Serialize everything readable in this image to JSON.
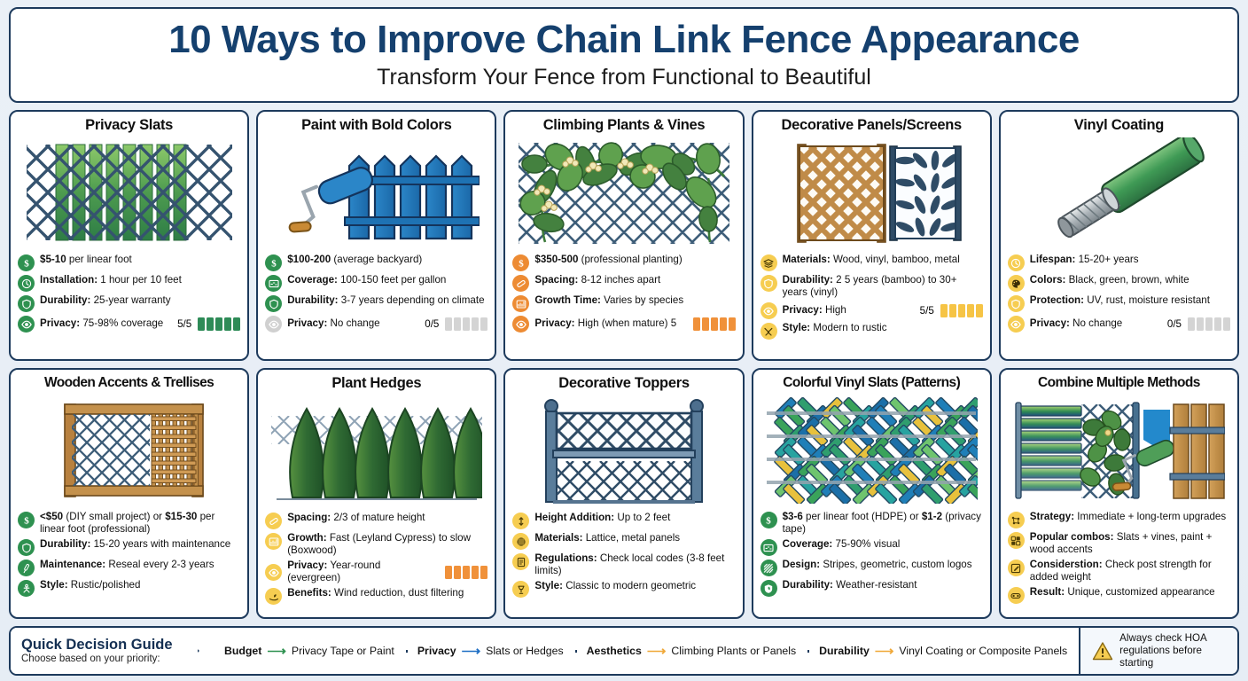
{
  "header": {
    "title": "10 Ways to Improve Chain Link Fence Appearance",
    "subtitle": "Transform Your Fence from Functional to Beautiful"
  },
  "colors": {
    "background": "#e9eff6",
    "card_border": "#1d3a5c",
    "title_navy": "#15406e",
    "green": "#2e9150",
    "orange": "#ed8b33",
    "yellow": "#f6cd51",
    "pip_off": "#d4d4d4"
  },
  "cards": [
    {
      "title": "Privacy Slats",
      "theme": "green",
      "art": "chain-link-with-green-slats",
      "facts": [
        {
          "icon": "dollar-icon",
          "bold": "$5-10",
          "text": " per linear foot"
        },
        {
          "icon": "clock-icon",
          "bold": "Installation:",
          "text": " 1 hour per 10 feet"
        },
        {
          "icon": "shield-icon",
          "bold": "Durability:",
          "text": " 25-year warranty"
        },
        {
          "icon": "eye-icon",
          "bold": "Privacy:",
          "text": " 75-98% coverage",
          "score": "5/5",
          "rating": 5,
          "rating_max": 5
        }
      ]
    },
    {
      "title": "Paint with Bold Colors",
      "theme": "green",
      "art": "paint-roller-and-blue-picket-fence",
      "facts": [
        {
          "icon": "dollar-icon",
          "bold": "$100-200",
          "text": " (average backyard)"
        },
        {
          "icon": "coverage-icon",
          "bold": "Coverage:",
          "text": " 100-150 feet per gallon"
        },
        {
          "icon": "shield-icon",
          "bold": "Durability:",
          "text": " 3-7 years depending on climate"
        },
        {
          "icon": "eye-icon",
          "bold": "Privacy:",
          "text": " No change",
          "score": "0/5",
          "rating": 0,
          "rating_max": 5,
          "muted": true
        }
      ]
    },
    {
      "title": "Climbing Plants & Vines",
      "theme": "orange",
      "art": "vines-on-chain-link",
      "facts": [
        {
          "icon": "dollar-icon",
          "bold": "$350-500",
          "text": " (professional planting)"
        },
        {
          "icon": "ruler-icon",
          "bold": "Spacing:",
          "text": " 8-12 inches apart"
        },
        {
          "icon": "growth-chart-icon",
          "bold": "Growth Time:",
          "text": " Varies by species"
        },
        {
          "icon": "eye-icon",
          "bold": "Privacy:",
          "text": " High (when mature) 5",
          "rating": 5,
          "rating_max": 5
        }
      ]
    },
    {
      "title": "Decorative Panels/Screens",
      "theme": "yellow",
      "art": "wood-lattice-and-metal-screen-panels",
      "facts": [
        {
          "icon": "layers-icon",
          "bold": "Materials:",
          "text": " Wood, vinyl, bamboo, metal"
        },
        {
          "icon": "shield-icon",
          "bold": "Durability:",
          "text": " 2 5 years (bamboo) to 30+ years (vinyl)"
        },
        {
          "icon": "eye-icon",
          "bold": "Privacy:",
          "text": " High",
          "score": "5/5",
          "rating": 5,
          "rating_max": 5
        },
        {
          "icon": "tools-icon",
          "bold": "Style:",
          "text": " Modern to rustic"
        }
      ]
    },
    {
      "title": "Vinyl Coating",
      "theme": "yellow",
      "art": "vinyl-coated-wire-cutaway",
      "facts": [
        {
          "icon": "clock-icon",
          "bold": "Lifespan:",
          "text": " 15-20+ years"
        },
        {
          "icon": "palette-icon",
          "bold": "Colors:",
          "text": " Black, green, brown, white"
        },
        {
          "icon": "shield-icon",
          "bold": "Protection:",
          "text": " UV, rust, moisture resistant"
        },
        {
          "icon": "eye-icon",
          "bold": "Privacy:",
          "text": " No change",
          "score": "0/5",
          "rating": 0,
          "rating_max": 5
        }
      ]
    },
    {
      "title": "Wooden Accents & Trellises",
      "theme": "green",
      "art": "wood-frame-trellis-on-chain-link",
      "tight": true,
      "facts": [
        {
          "icon": "dollar-icon",
          "bold": "<$50",
          "text": " (DIY small project) or ",
          "bold2": "$15-30",
          "text2": " per linear foot (professional)"
        },
        {
          "icon": "shield-icon",
          "bold": "Durability:",
          "text": " 15-20 years with maintenance"
        },
        {
          "icon": "brush-icon",
          "bold": "Maintenance:",
          "text": " Reseal every 2-3 years"
        },
        {
          "icon": "style-icon",
          "bold": "Style:",
          "text": " Rustic/polished"
        }
      ]
    },
    {
      "title": "Plant Hedges",
      "theme": "yellow",
      "art": "evergreen-hedge-row",
      "facts": [
        {
          "icon": "ruler-icon",
          "bold": "Spacing:",
          "text": " 2/3 of mature height"
        },
        {
          "icon": "growth-chart-icon",
          "bold": "Growth:",
          "text": " Fast (Leyland Cypress) to slow (Boxwood)"
        },
        {
          "icon": "eye-icon",
          "bold": "Privacy:",
          "text": " Year-round (evergreen)",
          "rating": 5,
          "rating_max": 5,
          "theme_override": "orange"
        },
        {
          "icon": "leaf-hand-icon",
          "bold": "Benefits:",
          "text": " Wind reduction, dust filtering"
        }
      ]
    },
    {
      "title": "Decorative Toppers",
      "theme": "yellow",
      "art": "lattice-topper-above-chain-link",
      "facts": [
        {
          "icon": "height-arrow-icon",
          "bold": "Height Addition:",
          "text": " Up to 2 feet"
        },
        {
          "icon": "grid-icon",
          "bold": "Materials:",
          "text": " Lattice, metal panels"
        },
        {
          "icon": "document-icon",
          "bold": "Regulations:",
          "text": " Check local codes (3-8 feet limits)"
        },
        {
          "icon": "lamp-icon",
          "bold": "Style:",
          "text": " Classic to modern geometric"
        }
      ]
    },
    {
      "title": "Colorful Vinyl Slats (Patterns)",
      "theme": "green",
      "art": "herringbone-colored-vinyl-weave",
      "tight": true,
      "facts": [
        {
          "icon": "dollar-icon",
          "bold": "$3-6",
          "text": " per linear foot (HDPE) or ",
          "bold2": "$1-2",
          "text2": " (privacy tape)"
        },
        {
          "icon": "coverage-icon",
          "bold": "Coverage:",
          "text": " 75-90% visual"
        },
        {
          "icon": "pattern-icon",
          "bold": "Design:",
          "text": " Stripes, geometric, custom logos"
        },
        {
          "icon": "shield-leaf-icon",
          "bold": "Durability:",
          "text": " Weather-resistant"
        }
      ]
    },
    {
      "title": "Combine Multiple Methods",
      "theme": "yellow",
      "art": "combined-slats-vines-paint-wood",
      "tight": true,
      "facts": [
        {
          "icon": "network-icon",
          "bold": "Strategy:",
          "text": " Immediate + long-term upgrades"
        },
        {
          "icon": "combo-icon",
          "bold": "Popular combos:",
          "text": " Slats + vines, paint + wood accents"
        },
        {
          "icon": "edit-icon",
          "bold": "Considerstion:",
          "text": " Check post strength for added weight"
        },
        {
          "icon": "tape-icon",
          "bold": "Result:",
          "text": " Unique, customized appearance"
        }
      ]
    }
  ],
  "footer": {
    "banner_title": "Quick Decision Guide",
    "banner_subtitle": "Choose based on your priority:",
    "items": [
      {
        "key": "Budget",
        "arrow": "⟶",
        "value": "Privacy Tape or Paint",
        "arrow_color": "#2e9150"
      },
      {
        "key": "Privacy",
        "arrow": "⟶",
        "value": "Slats or Hedges",
        "arrow_color": "#1f6fc4"
      },
      {
        "key": "Aesthetics",
        "arrow": "⟶",
        "value": "Climbing Plants or Panels",
        "arrow_color": "#f0a93a"
      },
      {
        "key": "Durability",
        "arrow": "⟶",
        "value": "Vinyl Coating or Composite Panels",
        "arrow_color": "#f0a93a"
      }
    ],
    "hoa_note": "Always check HOA regulations before starting",
    "hoa_icon": "warning-triangle-icon"
  }
}
